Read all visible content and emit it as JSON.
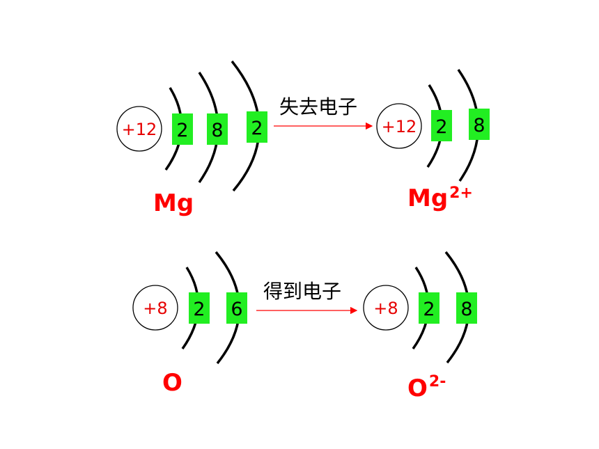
{
  "colors": {
    "box_fill": "#22ee22",
    "nucleus_text": "#e60000",
    "label_text": "#ff0000",
    "arrow": "#ff0000"
  },
  "rows": [
    {
      "arrow_text": "失去电子",
      "left": {
        "nucleus": "+12",
        "shells": [
          "2",
          "8",
          "2"
        ],
        "symbol": "Mg",
        "charge": ""
      },
      "right": {
        "nucleus": "+12",
        "shells": [
          "2",
          "8"
        ],
        "symbol": "Mg",
        "charge": "2+"
      }
    },
    {
      "arrow_text": "得到电子",
      "left": {
        "nucleus": "+8",
        "shells": [
          "2",
          "6"
        ],
        "symbol": "O",
        "charge": ""
      },
      "right": {
        "nucleus": "+8",
        "shells": [
          "2",
          "8"
        ],
        "symbol": "O",
        "charge": "2-"
      }
    }
  ]
}
